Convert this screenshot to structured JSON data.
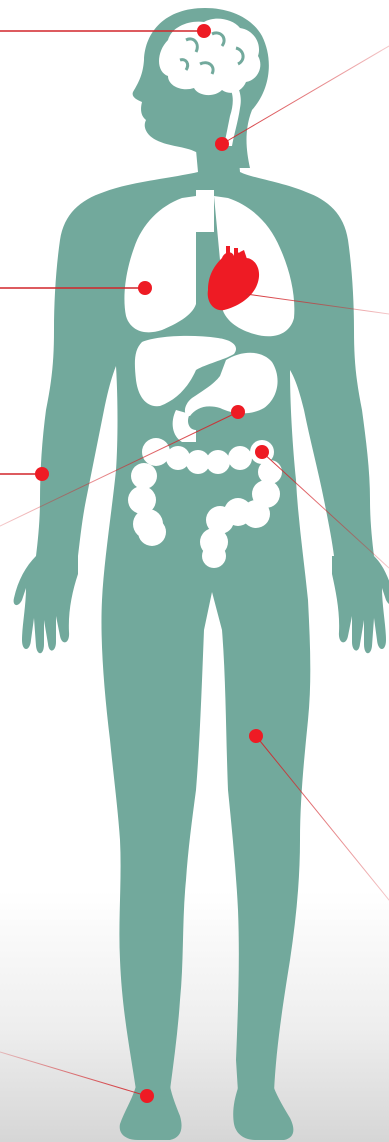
{
  "colors": {
    "body": "#72a99c",
    "organ": "#ffffff",
    "heart": "#ee1b24",
    "marker": "#ee1b24",
    "leader_line": "#d2252a"
  },
  "body": {
    "organs": [
      "brain",
      "thyroid",
      "lungs",
      "heart",
      "liver",
      "stomach",
      "intestines",
      "colon"
    ],
    "markers": [
      {
        "id": "brain",
        "icon": "marker-dot"
      },
      {
        "id": "throat",
        "icon": "marker-dot"
      },
      {
        "id": "lung",
        "icon": "marker-dot"
      },
      {
        "id": "heart",
        "icon": "marker-dot"
      },
      {
        "id": "arm",
        "icon": "marker-dot"
      },
      {
        "id": "stomach",
        "icon": "marker-dot"
      },
      {
        "id": "colon",
        "icon": "marker-dot"
      },
      {
        "id": "thigh",
        "icon": "marker-dot"
      },
      {
        "id": "ankle",
        "icon": "marker-dot"
      }
    ]
  }
}
